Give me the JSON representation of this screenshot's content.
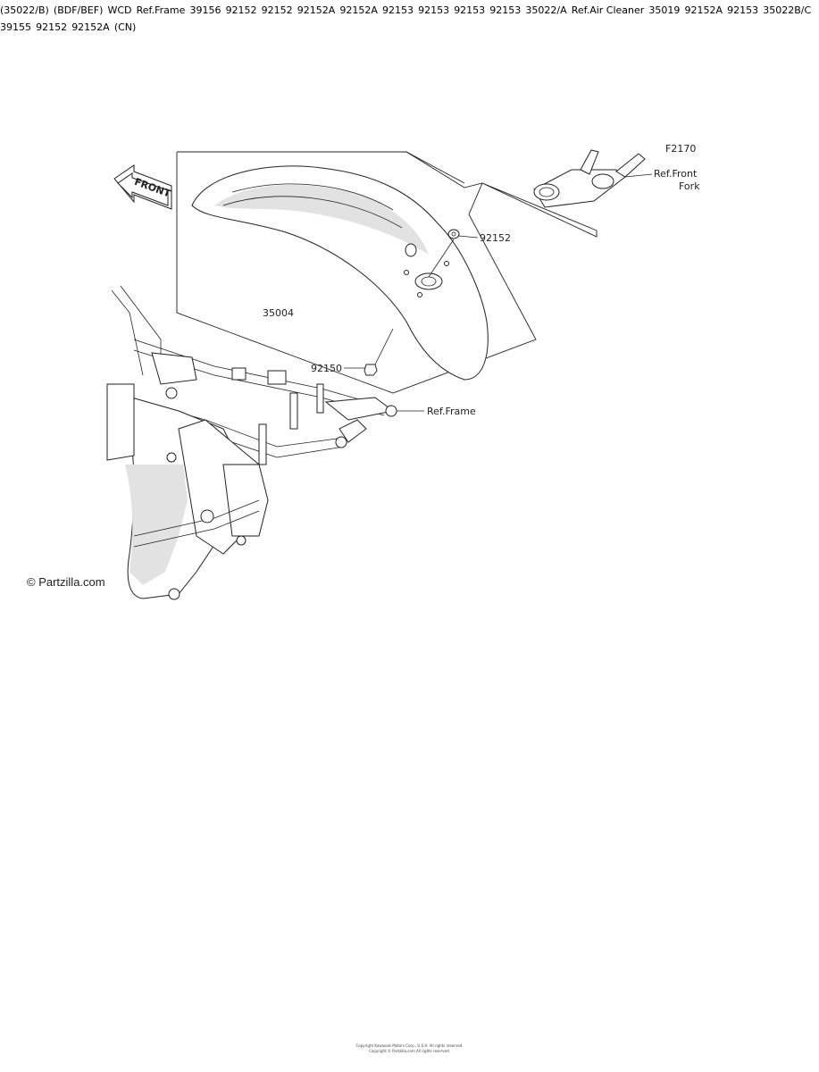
{
  "front_arrow": "FRONT",
  "watermark": "© Partzilla.com",
  "callouts": {
    "ref_fork_code": "F2170",
    "ref_fork_line1": "Ref.Front",
    "ref_fork_line2": "Fork",
    "front_fender": "35004",
    "bolt_front_fender": "92150",
    "washer_front": "92152",
    "ref_frame_1": "Ref.Frame",
    "ref_frame_2": "Ref.Frame",
    "inset_top_code": "(35022/B)",
    "inset_top_region": "(BDF/BEF)",
    "inset_top_caption": "WCD",
    "rear_washer_a": "92152",
    "rear_washer_b": "92152",
    "rear_label_39156": "39156",
    "rear_grommet_1": "92152A",
    "rear_grommet_2": "92152A",
    "ref_air_cleaner": "Ref.Air Cleaner",
    "rear_fender_a": "35022/A",
    "rear_bolt_1": "92153",
    "rear_bolt_2": "92153",
    "rear_bolt_3": "92153",
    "rear_bolt_4": "92153",
    "mud_flap": "35019",
    "flap_grommet": "92152A",
    "flap_bolt": "92153",
    "inset_bottom_code": "35022B/C",
    "inset_bottom_label": "39155",
    "inset_bottom_washer": "92152",
    "inset_bottom_grommet": "92152A",
    "inset_bottom_region": "(CN)"
  },
  "footer": {
    "line1": "Copyright Kawasaki Motors Corp., U.S.A. All rights reserved.",
    "line2": "Copyright © Partzilla.com All rights reserved."
  }
}
